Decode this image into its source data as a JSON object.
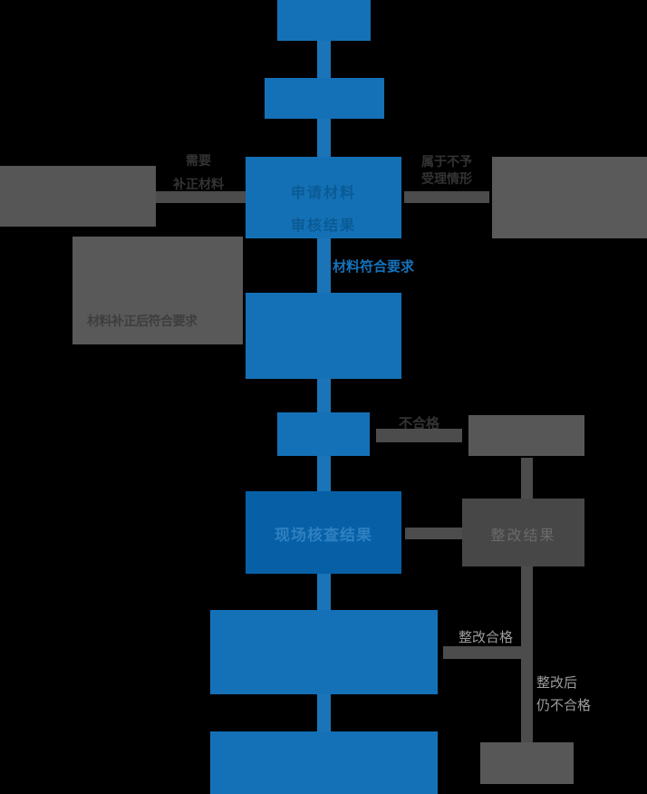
{
  "diagram": {
    "type": "flowchart",
    "background": "#000000",
    "colors": {
      "node_blue": "#1571B7",
      "node_blue_dark": "#0760A6",
      "connector_blue": "#1B74B8",
      "node_gray": "#575757",
      "node_gray_dark": "#474747",
      "connector_gray": "#4C4C4C",
      "label_dark": "#333333",
      "label_light": "#9C9C9C",
      "label_blue": "#1573BC",
      "text_on_blue": "#0A5B95",
      "text_on_blue_dark": "#2E80C1",
      "text_on_gray": "#6A6A6A"
    },
    "nodes": {
      "application_review": {
        "line1": "申请材料",
        "line2": "审核结果"
      },
      "site_inspection": {
        "label": "现场核查结果"
      },
      "rectify_result": {
        "label": "整改结果"
      },
      "material_fixed": {
        "label": "材料补正后符合要求"
      }
    },
    "edge_labels": {
      "need_supplement": {
        "line1": "需要",
        "line2": "补正材料"
      },
      "not_accepted": {
        "line1": "属于不予",
        "line2": "受理情形"
      },
      "material_ok": "材料符合要求",
      "fail": "不合格",
      "rectify_pass": "整改合格",
      "rectify_fail": {
        "line1": "整改后",
        "line2": "仍不合格"
      }
    }
  }
}
